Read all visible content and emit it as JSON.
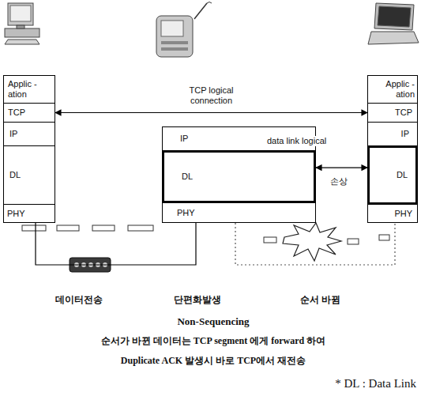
{
  "diagram": {
    "nodes": [
      {
        "text": [
          "Applic -ation"
        ]
      },
      {
        "text": [
          "TCP"
        ]
      },
      {
        "text": [
          "IP"
        ]
      },
      {
        "text": [
          "DL"
        ]
      },
      {
        "text": [
          "PHY"
        ]
      },
      {
        "text": [
          "IP"
        ]
      },
      {
        "text": [
          "DL"
        ]
      },
      {
        "text": [
          "PHY"
        ]
      },
      {
        "text": [
          "Applic -ation"
        ]
      },
      {
        "text": [
          "TCP"
        ]
      },
      {
        "text": [
          "IP"
        ]
      },
      {
        "text": [
          "DL"
        ]
      },
      {
        "text": [
          "PHY"
        ]
      }
    ],
    "edges": [
      {
        "from": 1,
        "to": 9,
        "arrow": "both",
        "label": "TCP logical connection"
      },
      {
        "from": 6,
        "to": 11,
        "arrow": "both",
        "label": "data link logical"
      },
      {
        "from": 4,
        "to": 7,
        "arrow": "none"
      },
      {
        "from": 7,
        "to": 12,
        "arrow": "none"
      }
    ],
    "labels": [
      "손상",
      "데이터전송",
      "단편화발생",
      "순서 바뀜",
      "Non-Sequencing",
      "순서가 바뀐 데이터는 TCP segment 에게 forward 하여",
      "Duplicate ACK 발생시 바로 TCP에서 재전송",
      "* DL : Data Link"
    ]
  }
}
